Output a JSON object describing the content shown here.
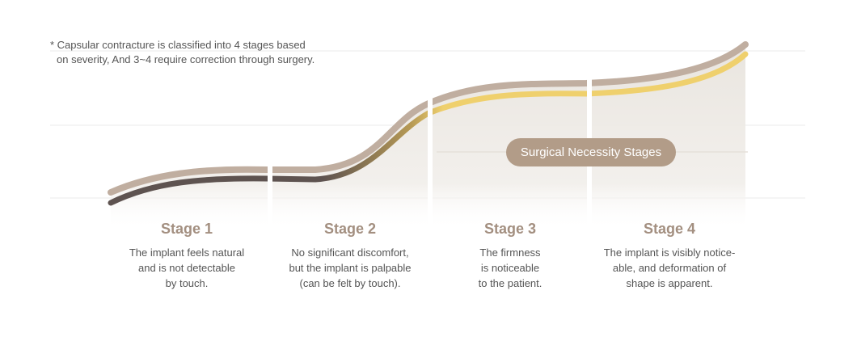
{
  "footnote": {
    "line1": "* Capsular contracture is classified into 4 stages based",
    "line2": "on severity, And 3~4 require correction through surgery."
  },
  "badge": {
    "label": "Surgical Necessity Stages"
  },
  "stages": [
    {
      "title": "Stage 1",
      "lines": [
        "The implant feels natural",
        "and is not detectable",
        "by touch."
      ]
    },
    {
      "title": "Stage 2",
      "lines": [
        "No significant discomfort,",
        "but the implant is palpable",
        "(can be felt by touch)."
      ]
    },
    {
      "title": "Stage 3",
      "lines": [
        "The firmness",
        "is noticeable",
        "to the patient."
      ]
    },
    {
      "title": "Stage 4",
      "lines": [
        "The implant is visibly notice-",
        "able, and deformation of",
        "shape is apparent."
      ]
    }
  ],
  "colors": {
    "outer_curve": "#c0aea0",
    "inner_curve_low": "#5e5350",
    "inner_curve_high": "#efd06d",
    "badge": "#b29c88",
    "stage_title": "#a38f80",
    "area_fill": "#eeebe6"
  }
}
